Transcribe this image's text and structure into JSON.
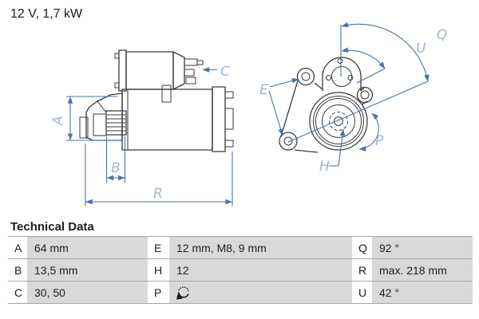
{
  "title": "12 V, 1,7 kW",
  "technical_data": {
    "heading": "Technical Data",
    "rows": [
      [
        {
          "key": "A",
          "value": "64 mm"
        },
        {
          "key": "E",
          "value": "12 mm, M8, 9 mm"
        },
        {
          "key": "Q",
          "value": "92 °"
        }
      ],
      [
        {
          "key": "B",
          "value": "13,5 mm"
        },
        {
          "key": "H",
          "value": "12"
        },
        {
          "key": "R",
          "value": "max. 218 mm"
        }
      ],
      [
        {
          "key": "C",
          "value": "30, 50"
        },
        {
          "key": "P",
          "value": "",
          "icon": "rotation-direction-icon"
        },
        {
          "key": "U",
          "value": "42 °"
        }
      ]
    ]
  },
  "diagram": {
    "labels": {
      "A": "A",
      "B": "B",
      "C": "C",
      "R": "R",
      "E": "E",
      "H": "H",
      "P": "P",
      "Q": "Q",
      "U": "U"
    },
    "colors": {
      "outline": "#3a3a3a",
      "dimension_line": "#4a72a8",
      "dimension_label": "#a5b4d2",
      "table_value_bg": "#d9d9d9"
    }
  }
}
